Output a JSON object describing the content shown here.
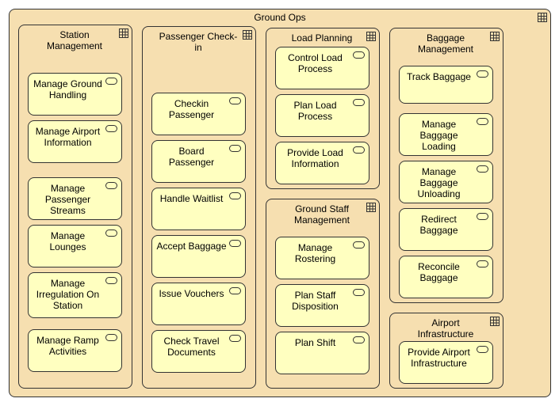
{
  "root": {
    "title": "Ground Ops"
  },
  "groups": [
    {
      "title": "Station Management",
      "services": [
        "Manage Ground Handling",
        "Manage Airport Information",
        "Manage Passenger Streams",
        "Manage Lounges",
        "Manage Irregulation On Station",
        "Manage Ramp Activities"
      ]
    },
    {
      "title": "Passenger Check-in",
      "services": [
        "Checkin Passenger",
        "Board Passenger",
        "Handle Waitlist",
        "Accept Baggage",
        "Issue Vouchers",
        "Check Travel Documents"
      ]
    },
    {
      "title": "Load Planning",
      "services": [
        "Control Load Process",
        "Plan Load Process",
        "Provide Load Information"
      ]
    },
    {
      "title": "Ground Staff Management",
      "services": [
        "Manage Rostering",
        "Plan Staff Disposition",
        "Plan Shift"
      ]
    },
    {
      "title": "Baggage Management",
      "services": [
        "Track Baggage",
        "Manage Baggage Loading",
        "Manage Baggage Unloading",
        "Redirect Baggage",
        "Reconcile Baggage"
      ]
    },
    {
      "title": "Airport Infrastructure",
      "services": [
        "Provide Airport Infrastructure"
      ]
    }
  ],
  "icons": {
    "group": "application-component-icon",
    "service": "application-service-icon"
  },
  "colors": {
    "group_fill": "#f6dfb0",
    "service_fill": "#ffffc0",
    "border": "#333333"
  }
}
